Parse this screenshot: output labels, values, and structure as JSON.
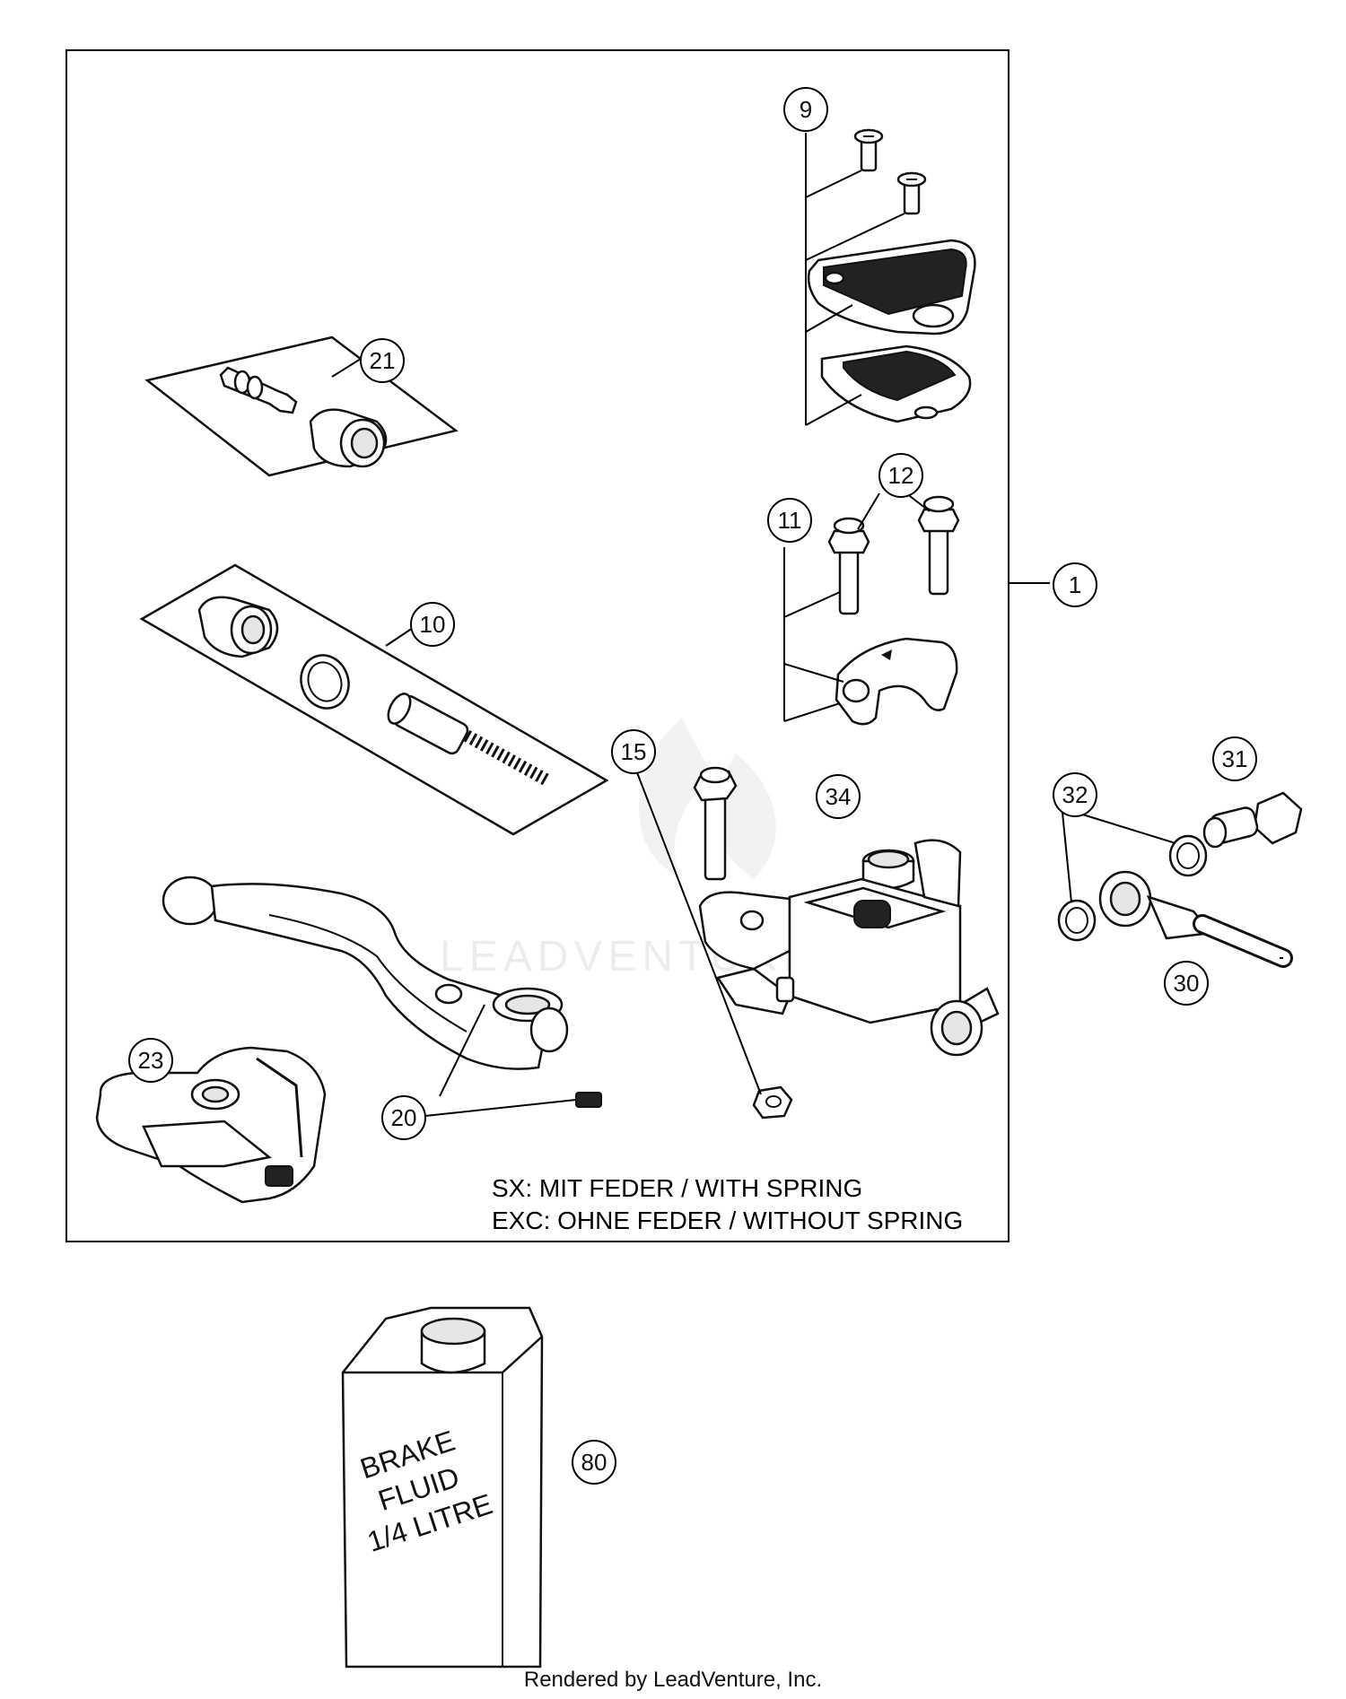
{
  "callouts": {
    "c1": "1",
    "c9": "9",
    "c10": "10",
    "c11": "11",
    "c12": "12",
    "c15": "15",
    "c20": "20",
    "c21": "21",
    "c23": "23",
    "c30": "30",
    "c31": "31",
    "c32": "32",
    "c34": "34",
    "c80": "80"
  },
  "note": {
    "line1": "SX: MIT FEDER / WITH SPRING",
    "line2": "EXC: OHNE FEDER / WITHOUT SPRING"
  },
  "bottle_label": {
    "line1": "BRAKE",
    "line2": "FLUID",
    "line3": "1/4 LITRE"
  },
  "watermark": "LEADVENTURE",
  "footer": "Rendered by LeadVenture, Inc."
}
